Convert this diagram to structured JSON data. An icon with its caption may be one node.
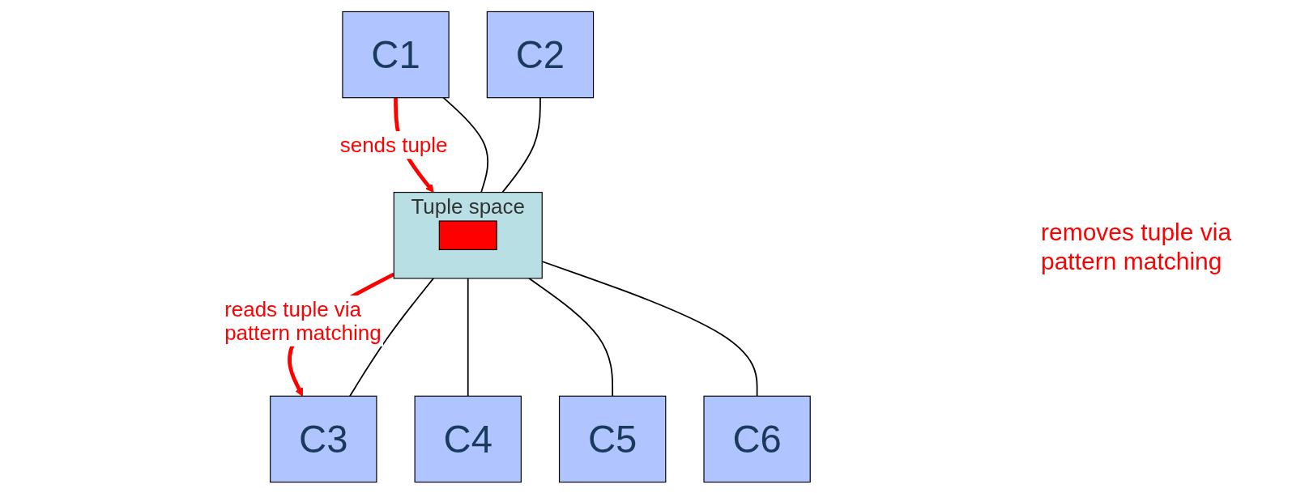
{
  "diagram": {
    "nodes": [
      {
        "text": [
          "C1"
        ]
      },
      {
        "text": [
          "C2"
        ]
      },
      {
        "text": [
          "Tuple space"
        ]
      },
      {
        "text": [],
        "shape": "bar",
        "in": 2
      },
      {
        "text": [
          "C3"
        ]
      },
      {
        "text": [
          "C4"
        ]
      },
      {
        "text": [
          "C5"
        ]
      },
      {
        "text": [
          "C6"
        ]
      }
    ],
    "edges": [
      {
        "from": 0,
        "to": 2,
        "arrow": "to",
        "label": "sends tuple",
        "style": "thick",
        "color": "#ff0000"
      },
      {
        "from": 0,
        "to": 2,
        "arrow": "none"
      },
      {
        "from": 1,
        "to": 2,
        "arrow": "none"
      },
      {
        "from": 2,
        "to": 4,
        "arrow": "to",
        "label": "reads tuple via pattern matching",
        "style": "thick",
        "color": "#ff0000"
      },
      {
        "from": 2,
        "to": 4,
        "arrow": "none"
      },
      {
        "from": 2,
        "to": 5,
        "arrow": "none"
      },
      {
        "from": 2,
        "to": 6,
        "arrow": "none"
      },
      {
        "from": 2,
        "to": 7,
        "arrow": "none"
      }
    ],
    "labels": [
      "removes tuple via pattern matching"
    ]
  }
}
